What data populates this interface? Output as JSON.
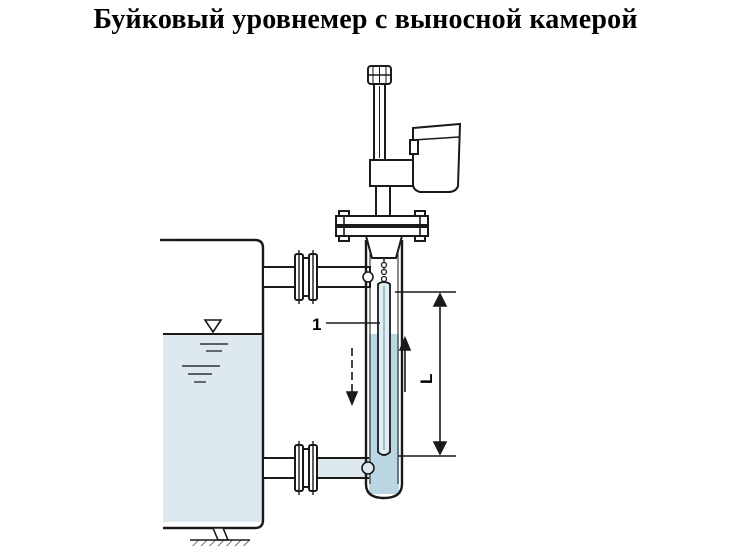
{
  "title": "Буйковый уровнемер с выносной камерой",
  "labels": {
    "float_number": "1",
    "range_letter": "L"
  },
  "colors": {
    "liquid": "#dde9ef",
    "liquid_in_chamber": "#b9d6e2",
    "outline": "#1a1a1a",
    "fill": "#ffffff"
  }
}
